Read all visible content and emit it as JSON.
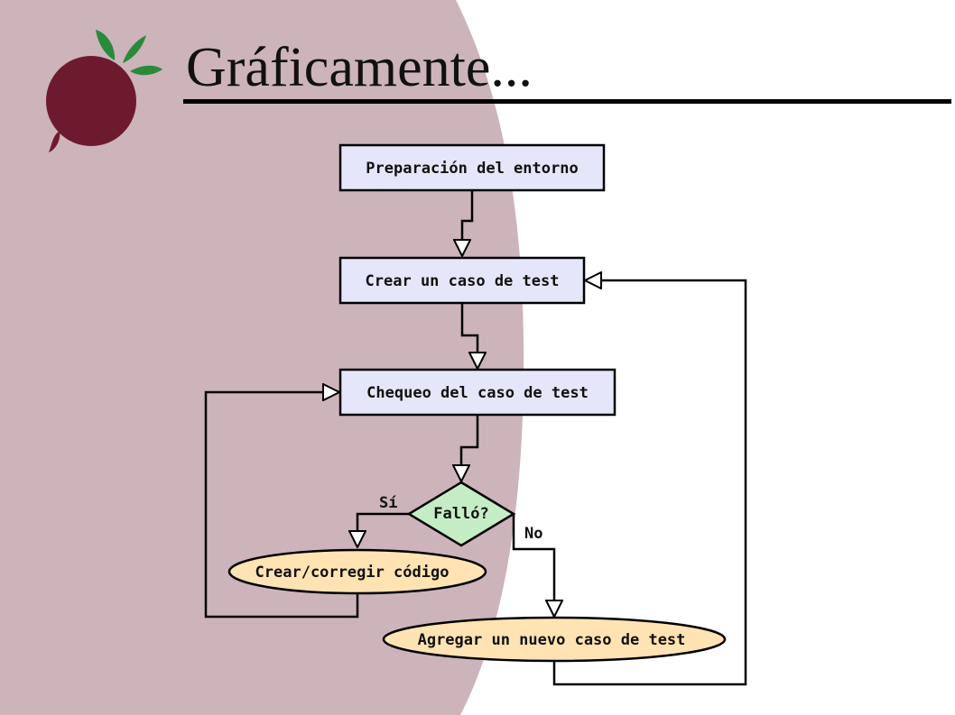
{
  "title": "Gráficamente...",
  "colors": {
    "slide_background": "#cdb3ba",
    "logo": "#6e1a2e",
    "leaves": "#2a8a3c",
    "process_box": "#e6e6fa",
    "decision": "#c5edc5",
    "terminal": "#ffe3b3"
  },
  "flowchart": {
    "nodes": {
      "prep": "Preparación del entorno",
      "create": "Crear un caso de test",
      "check": "Chequeo del caso de test",
      "decision": "Falló?",
      "fix": "Crear/corregir código",
      "add": "Agregar un nuevo caso de test"
    },
    "labels": {
      "yes": "Sí",
      "no": "No"
    }
  }
}
